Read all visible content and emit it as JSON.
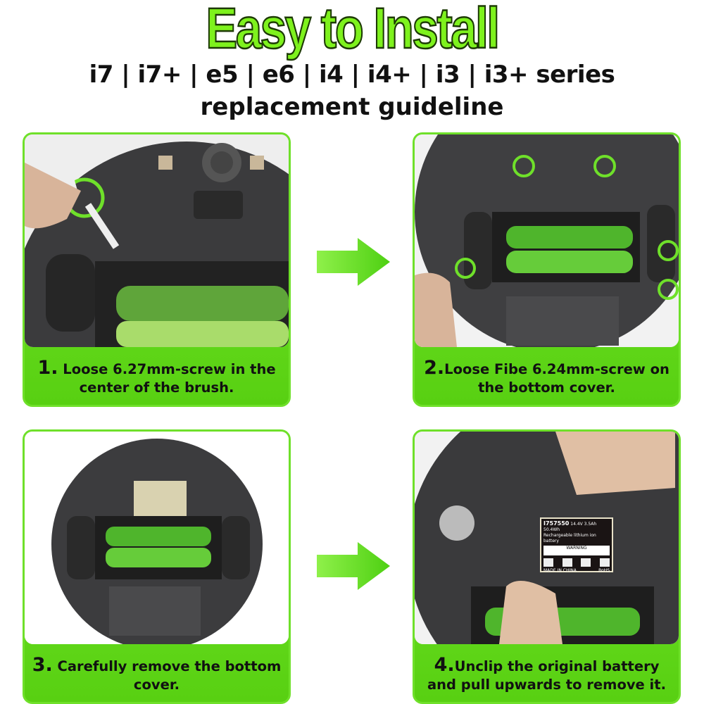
{
  "header": {
    "title": "Easy to Install",
    "models_line": "i7 | i7+ | e5 | e6 | i4 | i4+ | i3 | i3+  series",
    "subtitle": "replacement guideline"
  },
  "steps": [
    {
      "number": "1.",
      "text": "Loose 6.27mm-screw in the center of the brush."
    },
    {
      "number": "2.",
      "text": "Loose Fibe 6.24mm-screw on the bottom cover."
    },
    {
      "number": "3.",
      "text": "Carefully remove the bottom cover."
    },
    {
      "number": "4.",
      "text": "Unclip the original battery and pull upwards to remove it."
    }
  ],
  "battery_label": {
    "model": "I757550",
    "specs": "14.4V 3.5Ah 50.4Wh",
    "type": "Rechargeable lithium ion battery",
    "warning": "WARNING",
    "origin": "MADE IN CHINA",
    "rohs": "RoHS"
  },
  "colors": {
    "accent_green": "#77ea2c",
    "title_green": "#7ef21d",
    "text": "#111111"
  }
}
